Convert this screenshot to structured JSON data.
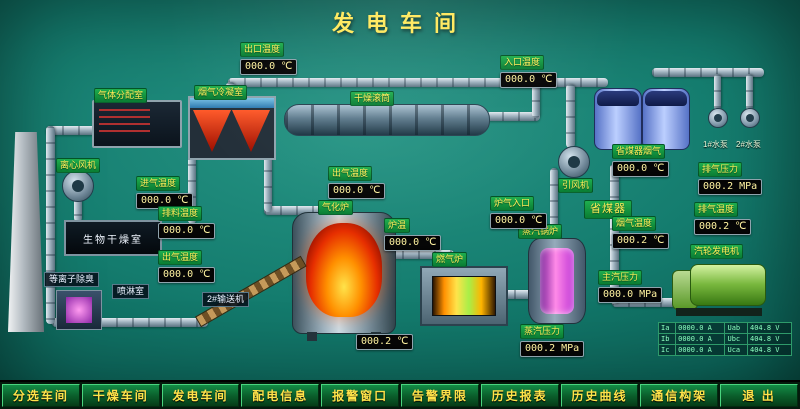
{
  "title": "发电车间",
  "colors": {
    "background": "#147c6e",
    "label_green": "#0f9e44",
    "display_text": "#fff3a0",
    "menu_button": "#0a5c2a",
    "menu_text": "#ffe34a",
    "title_text": "#ffe95a"
  },
  "sensors": [
    {
      "label": "出口温度",
      "value": "000.0 ℃"
    },
    {
      "label": "入口温度",
      "value": "000.0 ℃"
    },
    {
      "label": "进气温度",
      "value": "000.0 ℃"
    },
    {
      "label": "排料温度",
      "value": "000.0 ℃"
    },
    {
      "label": "出气温度",
      "value": "000.0 ℃"
    },
    {
      "label": "出气温度",
      "value": "000.0 ℃"
    },
    {
      "label": "炉温",
      "value": "000.0 ℃"
    },
    {
      "label": "炉气入口",
      "value": "000.0 ℃"
    },
    {
      "label": "省煤器烟气",
      "value": "000.0 ℃"
    },
    {
      "label": "烟气温度",
      "value": "000.2 ℃"
    },
    {
      "label": "排气压力",
      "value": "000.2 MPa"
    },
    {
      "label": "排气温度",
      "value": "000.2 ℃"
    },
    {
      "label": "主汽压力",
      "value": "000.0 MPa"
    },
    {
      "label": "蒸汽压力",
      "value": "000.2 MPa"
    },
    {
      "label": "",
      "value": "000.2 ℃"
    }
  ],
  "equipment": {
    "gas_distribution": "气体分配室",
    "condenser": "烟气冷凝室",
    "drum": "干燥滚筒",
    "centrifugal_fan": "离心风机",
    "bio_drying": "生物干燥室",
    "plasma": "等离子除臭",
    "spray": "喷淋室",
    "gasifier": "气化炉",
    "conveyor": "2#输送机",
    "gas_furnace": "燃气炉",
    "steam_boiler": "蒸汽锅炉",
    "economizer": "省煤器",
    "induced_fan": "引风机",
    "turbine": "汽轮发电机",
    "pump1": "1#水泵",
    "pump2": "2#水泵"
  },
  "generator_table": {
    "rows": [
      [
        "Ia",
        "0000.0 A",
        "Uab",
        "404.8 V"
      ],
      [
        "Ib",
        "0000.0 A",
        "Ubc",
        "404.8 V"
      ],
      [
        "Ic",
        "0000.0 A",
        "Uca",
        "404.8 V"
      ]
    ]
  },
  "menu": {
    "items": [
      "分选车间",
      "干燥车间",
      "发电车间",
      "配电信息",
      "报警窗口",
      "告警界限",
      "历史报表",
      "历史曲线",
      "通信构架",
      "退 出"
    ]
  }
}
